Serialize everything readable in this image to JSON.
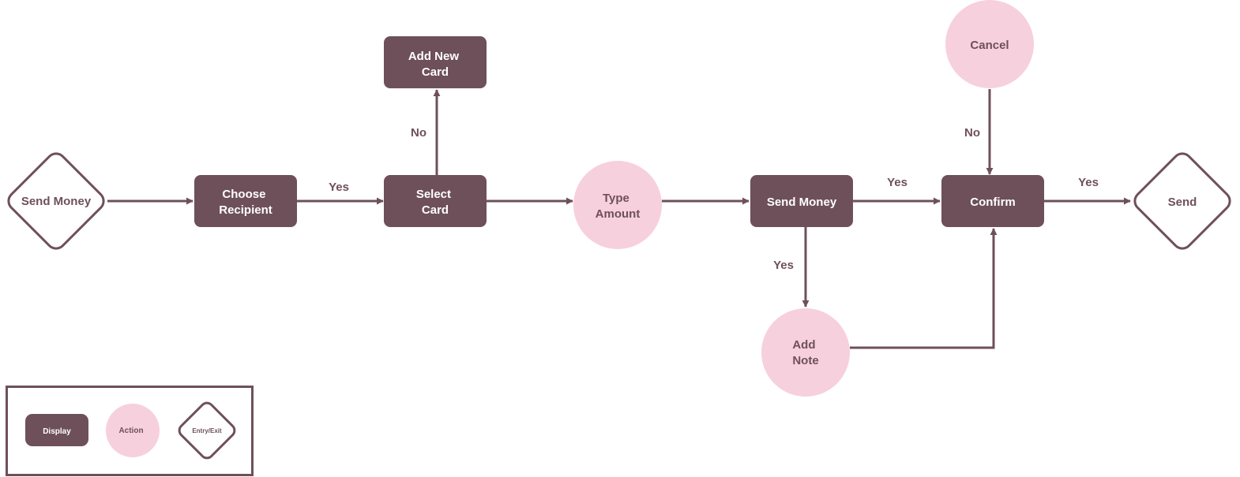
{
  "colors": {
    "display": "#6e505a",
    "action": "#f7d0dd",
    "action_text": "#6e505a",
    "line": "#6e505a",
    "display_text": "#ffffff",
    "background": "#ffffff"
  },
  "nodes": {
    "start": [
      "Send Money"
    ],
    "choose_recipient": [
      "Choose",
      "Recipient"
    ],
    "select_card": [
      "Select",
      "Card"
    ],
    "add_new_card": [
      "Add New",
      "Card"
    ],
    "type_amount": [
      "Type",
      "Amount"
    ],
    "send_money": [
      "Send Money"
    ],
    "add_note": [
      "Add",
      "Note"
    ],
    "cancel": [
      "Cancel"
    ],
    "confirm": [
      "Confirm"
    ],
    "send": [
      "Send"
    ]
  },
  "edge_labels": {
    "choose_to_select": "Yes",
    "select_to_addcard": "No",
    "send_to_confirm": "Yes",
    "send_to_note": "Yes",
    "cancel_to_confirm": "No",
    "confirm_to_send": "Yes"
  },
  "legend": {
    "display": "Display",
    "action": "Action",
    "entry_exit": "Entry/Exit"
  }
}
